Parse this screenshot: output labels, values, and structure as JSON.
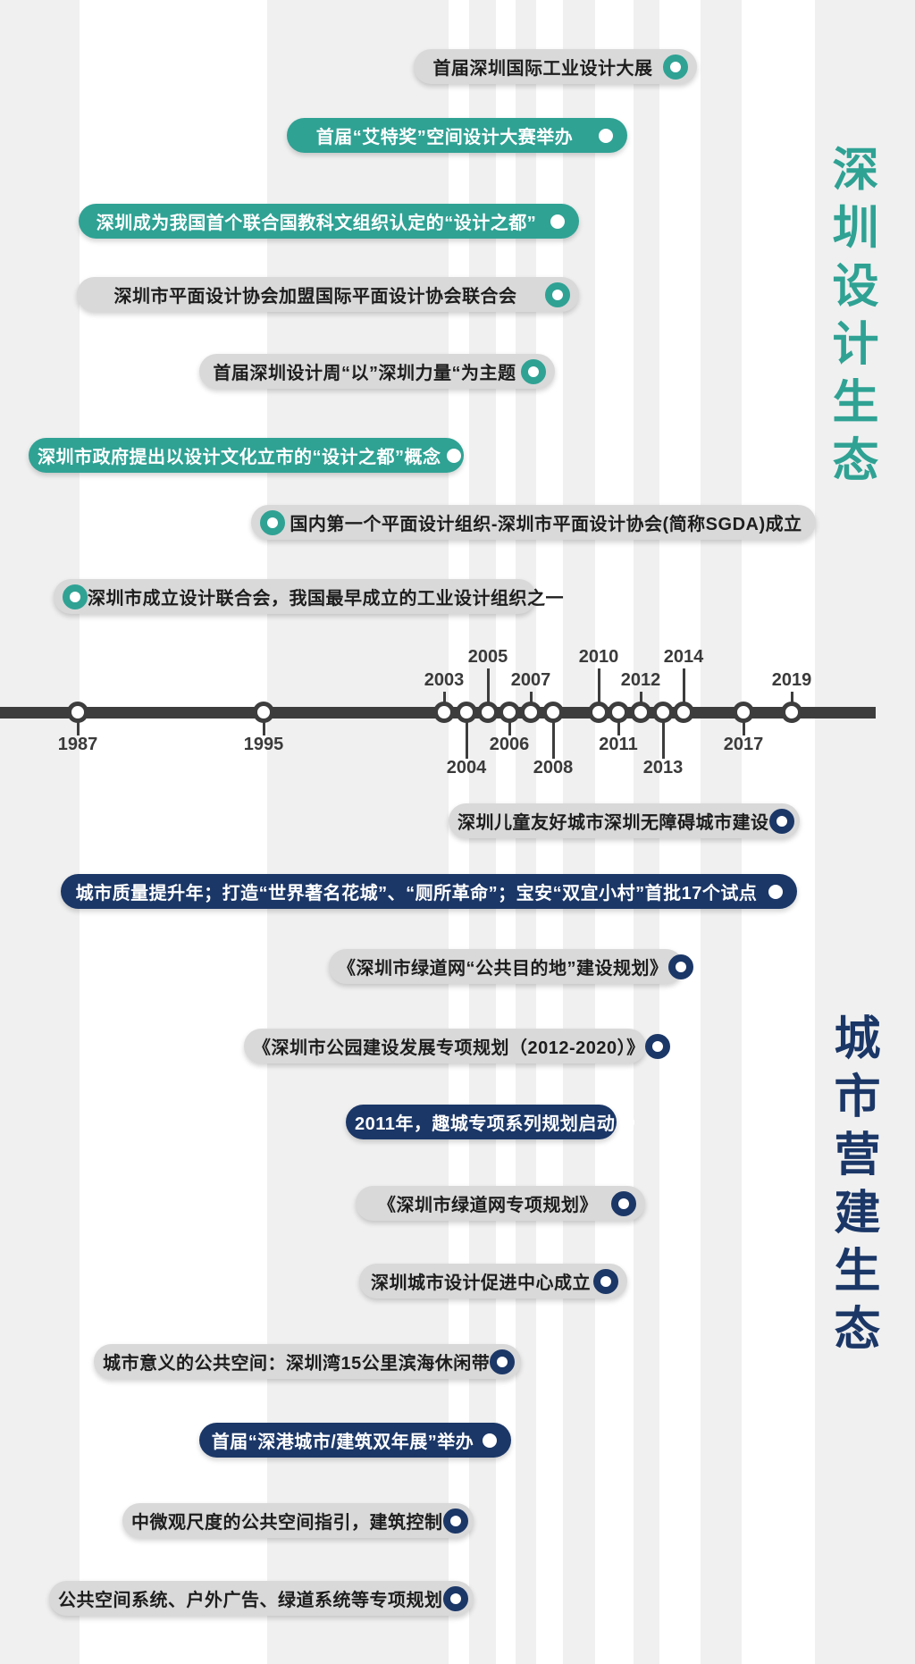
{
  "titles": {
    "design_section": "深圳设计生态",
    "city_section": "城市营建生态"
  },
  "colors": {
    "teal_accent": "#2FA294",
    "navy_accent": "#1B3767",
    "pill_gray": "#D9D9D9",
    "timeline_dark": "#3D3D3D",
    "stripe_gray": "#F0F0F0",
    "background": "#FFFFFF"
  },
  "design": {
    "items": [
      "首届深圳国际工业设计大展",
      "首届“艾特奖”空间设计大赛举办",
      "深圳成为我国首个联合国教科文组织认定的“设计之都”",
      "深圳市平面设计协会加盟国际平面设计协会联合会",
      "首届深圳设计周“以”深圳力量“为主题",
      "深圳市政府提出以设计文化立市的“设计之都”概念",
      "国内第一个平面设计组织-深圳市平面设计协会(简称SGDA)成立",
      "深圳市成立设计联合会，我国最早成立的工业设计组织之一"
    ]
  },
  "city": {
    "items": [
      "深圳儿童友好城市深圳无障碍城市建设",
      "城市质量提升年；打造“世界著名花城”、“厕所革命”；宝安“双宜小村”首批17个试点",
      "《深圳市绿道网“公共目的地”建设规划》",
      "《深圳市公园建设发展专项规划（2012-2020）》",
      "2011年，趣城专项系列规划启动",
      "《深圳市绿道网专项规划》",
      "深圳城市设计促进中心成立",
      "城市意义的公共空间：深圳湾15公里滨海休闲带",
      "首届“深港城市/建筑双年展”举办",
      "中微观尺度的公共空间指引，建筑控制",
      "公共空间系统、户外广告、绿道系统等专项规划"
    ]
  },
  "timeline": {
    "years": [
      "1987",
      "1995",
      "2003",
      "2004",
      "2005",
      "2006",
      "2007",
      "2008",
      "2010",
      "2011",
      "2012",
      "2013",
      "2014",
      "2017",
      "2019"
    ]
  }
}
